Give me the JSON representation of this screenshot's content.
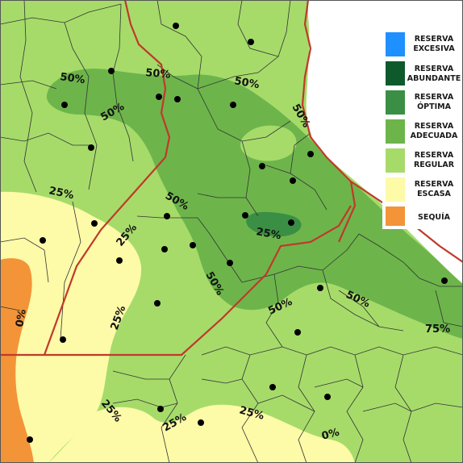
{
  "map": {
    "colors": {
      "excesiva": "#1e90ff",
      "abundante": "#0f5a2c",
      "optima": "#3a8f45",
      "adecuada": "#6db54b",
      "regular": "#a6db6a",
      "escasa": "#fdfaa8",
      "sequia": "#f39438",
      "boundary": "#c0392b",
      "border": "#333333",
      "water": "#ffffff"
    },
    "contour_labels": [
      {
        "text": "50%"
      },
      {
        "text": "50%"
      },
      {
        "text": "50%"
      },
      {
        "text": "50%"
      },
      {
        "text": "50%"
      },
      {
        "text": "50%"
      },
      {
        "text": "50%"
      },
      {
        "text": "50%"
      },
      {
        "text": "50%"
      },
      {
        "text": "75%"
      },
      {
        "text": "25%"
      },
      {
        "text": "25%"
      },
      {
        "text": "25%"
      },
      {
        "text": "25%"
      },
      {
        "text": "25%"
      },
      {
        "text": "25%"
      },
      {
        "text": "25%"
      },
      {
        "text": "0%"
      },
      {
        "text": "0%"
      }
    ]
  },
  "legend": {
    "items": [
      {
        "line1": "RESERVA",
        "line2": "EXCESIVA",
        "color": "#1e90ff"
      },
      {
        "line1": "RESERVA",
        "line2": "ABUNDANTE",
        "color": "#0f5a2c"
      },
      {
        "line1": "RESERVA",
        "line2": "ÓPTIMA",
        "color": "#3a8f45"
      },
      {
        "line1": "RESERVA",
        "line2": "ADECUADA",
        "color": "#6db54b"
      },
      {
        "line1": "RESERVA",
        "line2": "REGULAR",
        "color": "#a6db6a"
      },
      {
        "line1": "RESERVA",
        "line2": "ESCASA",
        "color": "#fdfaa8"
      },
      {
        "line1": "SEQUÍA",
        "line2": "",
        "color": "#f39438"
      }
    ]
  }
}
